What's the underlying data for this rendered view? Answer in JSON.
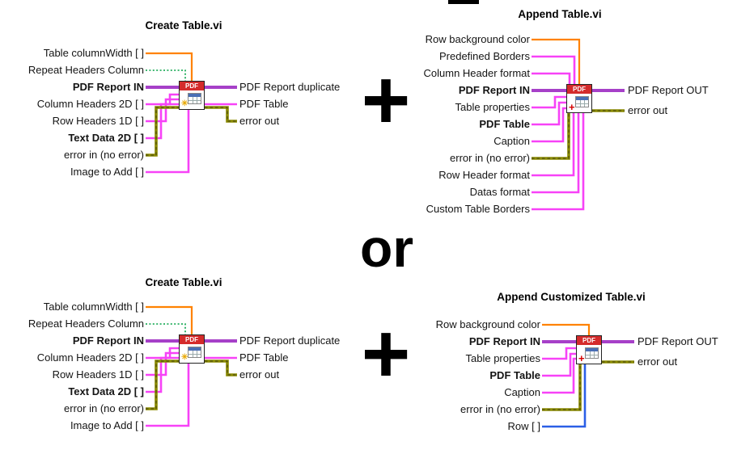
{
  "colors": {
    "orange": "#FF8200",
    "green": "#00A044",
    "purple": "#A640C8",
    "pink": "#F742F7",
    "olive": "#8A8A00",
    "blue": "#2B5FE6",
    "icon_red": "#D42B2B",
    "icon_blue": "#4A6FB5"
  },
  "symbols": {
    "plus": "+",
    "or": "or"
  },
  "icons": {
    "sparkle": "✳",
    "plus": "+"
  },
  "modules": {
    "create_top": {
      "title": "Create Table.vi",
      "icon_header": "PDF",
      "inputs": [
        "Table columnWidth [ ]",
        "Repeat Headers Column",
        "PDF Report IN",
        "Column Headers 2D [ ]",
        "Row Headers 1D [ ]",
        "Text Data 2D [ ]",
        "error in (no error)",
        "Image to Add [ ]"
      ],
      "outputs": [
        "PDF Report duplicate",
        "PDF Table",
        "error out"
      ]
    },
    "append_top": {
      "title": "Append Table.vi",
      "icon_header": "PDF",
      "inputs": [
        "Row background color",
        "Predefined Borders",
        "Column Header format",
        "PDF Report IN",
        "Table properties",
        "PDF Table",
        "Caption",
        "error in (no error)",
        "Row Header format",
        "Datas format",
        "Custom Table Borders"
      ],
      "outputs": [
        "PDF Report OUT",
        "error out"
      ]
    },
    "create_bottom": {
      "title": "Create Table.vi",
      "icon_header": "PDF",
      "inputs": [
        "Table columnWidth [ ]",
        "Repeat Headers Column",
        "PDF Report IN",
        "Column Headers 2D [ ]",
        "Row Headers 1D [ ]",
        "Text Data 2D [ ]",
        "error in (no error)",
        "Image to Add [ ]"
      ],
      "outputs": [
        "PDF Report duplicate",
        "PDF Table",
        "error out"
      ]
    },
    "append_custom": {
      "title": "Append Customized Table.vi",
      "icon_header": "PDF",
      "inputs": [
        "Row background color",
        "PDF Report IN",
        "Table properties",
        "PDF Table",
        "Caption",
        "error in (no error)",
        "Row  [ ]"
      ],
      "outputs": [
        "PDF Report OUT",
        "error out"
      ]
    }
  }
}
